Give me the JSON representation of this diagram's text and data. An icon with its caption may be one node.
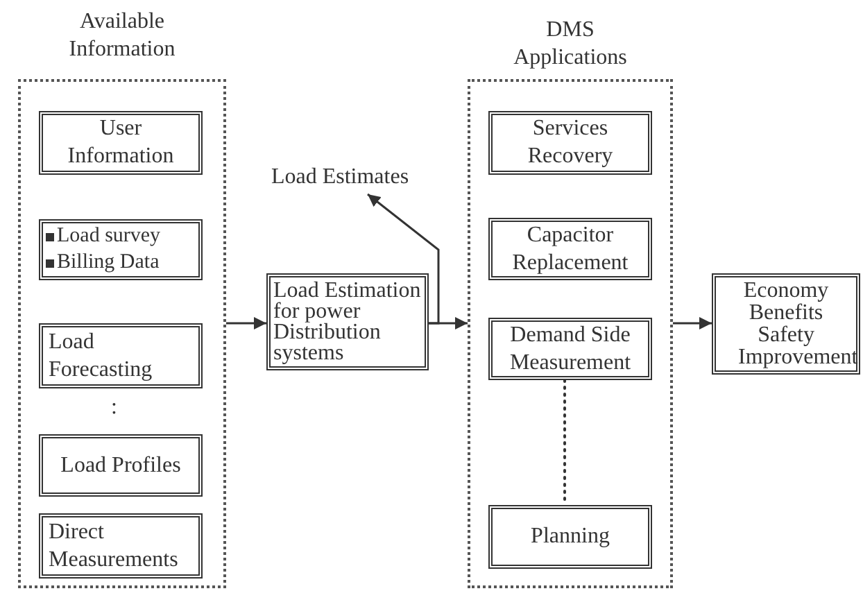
{
  "diagram": {
    "nodes": [
      {
        "text": [
          "Available Information"
        ]
      },
      {
        "text": [
          "User Information"
        ],
        "in": 0
      },
      {
        "text": [
          "Load survey",
          "Billing Data"
        ],
        "in": 0
      },
      {
        "text": [
          "Load Forecasting"
        ],
        "in": 0
      },
      {
        "text": [
          "Load Profiles"
        ],
        "in": 0
      },
      {
        "text": [
          "Direct Measurements"
        ],
        "in": 0
      },
      {
        "text": [
          "Load Estimation for power Distribution systems"
        ]
      },
      {
        "text": [
          "Load Estimates"
        ]
      },
      {
        "text": [
          "DMS Applications"
        ]
      },
      {
        "text": [
          "Services Recovery"
        ],
        "in": 8
      },
      {
        "text": [
          "Capacitor Replacement"
        ],
        "in": 8
      },
      {
        "text": [
          "Demand Side Measurement"
        ],
        "in": 8
      },
      {
        "text": [
          "Planning"
        ],
        "in": 8
      },
      {
        "text": [
          "Economy Benefits Safety Improvement"
        ]
      }
    ],
    "edges": [
      {
        "from": 0,
        "to": 6,
        "arrow": "to"
      },
      {
        "from": 6,
        "to": 7,
        "arrow": "to"
      },
      {
        "from": 6,
        "to": 8,
        "arrow": "to"
      },
      {
        "from": 8,
        "to": 13,
        "arrow": "to"
      },
      {
        "from": 11,
        "to": 12,
        "arrow": "none",
        "style": "dashed"
      }
    ],
    "labels": [
      ":"
    ]
  }
}
